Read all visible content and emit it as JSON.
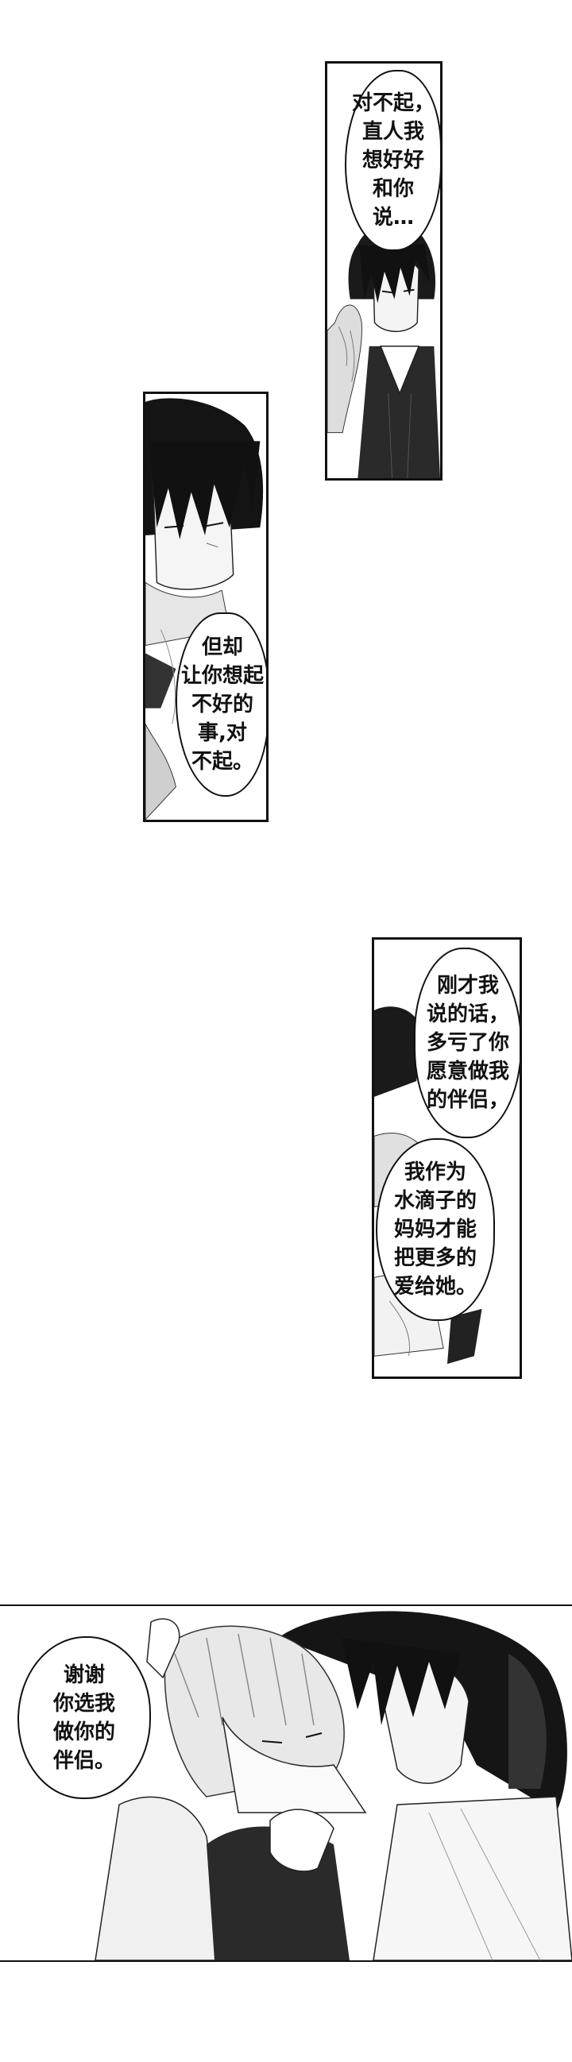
{
  "panels": {
    "p1": {
      "bubble": "对不起，\n直人我\n想好好\n和你\n说…"
    },
    "p2": {
      "bubble": "但却\n让你想起\n不好的\n事,对\n不起。"
    },
    "p3": {
      "bubble1": "刚才我\n说的话，\n多亏了你\n愿意做我\n的伴侣，",
      "bubble2": "我作为\n水滴子的\n妈妈才能\n把更多的\n爱给她。"
    },
    "p4": {
      "bubble": "谢谢\n你选我\n做你的\n伴侣。"
    }
  }
}
